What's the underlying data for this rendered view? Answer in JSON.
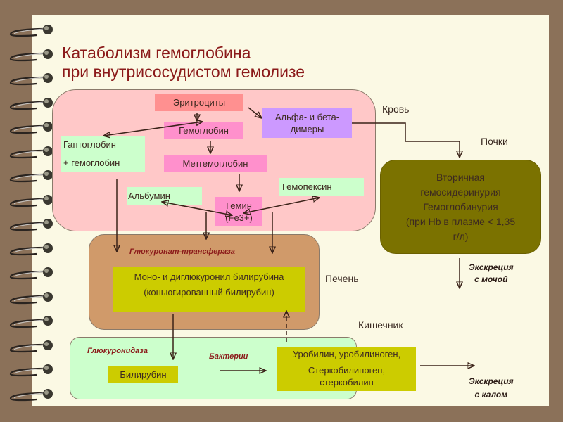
{
  "title": {
    "line1": "Катаболизм гемоглобина",
    "line2": "при внутрисосудистом гемолизе"
  },
  "zones": {
    "blood": "Кровь",
    "kidneys": "Почки",
    "liver": "Печень",
    "intestine": "Кишечник"
  },
  "nodes": {
    "erythrocytes": "Эритроциты",
    "hemoglobin": "Гемоглобин",
    "alpha_beta_line1": "Альфа- и бета-",
    "alpha_beta_line2": "димеры",
    "haptoglobin_line1": "Гаптоглобин",
    "haptoglobin_line2": "+ гемоглобин",
    "methemoglobin": "Метгемоглобин",
    "albumin": "Альбумин",
    "hemopexin": "Гемопексин",
    "hemin_line1": "Гемин",
    "hemin_line2": "(Fe3+)",
    "kidney_line1": "Вторичная",
    "kidney_line2": "гемосидеринурия",
    "kidney_line3": "Гемоглобинурия",
    "kidney_line4": "(при Hb в плазме < 1,35",
    "kidney_line5": "г/л)",
    "conj_line1": "Моно- и диглюкуронил билирубина",
    "conj_line2": "(коньюгированный билирубин)",
    "bilirubin": "Билирубин",
    "uro_line1": "Уробилин, уробилиноген,",
    "uro_line2": "Стеркобилиноген,",
    "uro_line3": "стеркобилин"
  },
  "enzymes": {
    "transferase": "Глюкуронат-трансфераза",
    "glucuronidase": "Глюкуронидаза",
    "bacteria": "Бактерии"
  },
  "excretion": {
    "urine_line1": "Экскреция",
    "urine_line2": "с мочой",
    "feces_line1": "Экскреция",
    "feces_line2": "с калом"
  },
  "colors": {
    "title": "#8b1a1a",
    "blood_zone": "#ffc8c8",
    "liver_zone": "#d09a6a",
    "intestine_zone": "#ccffcc",
    "kidney_box": "#7b7200",
    "erythrocytes": "#ff9090",
    "hemoglobin": "#ff90cc",
    "dimers": "#cc99ff",
    "green_box": "#ccffcc",
    "yellow_box": "#cccc00"
  }
}
